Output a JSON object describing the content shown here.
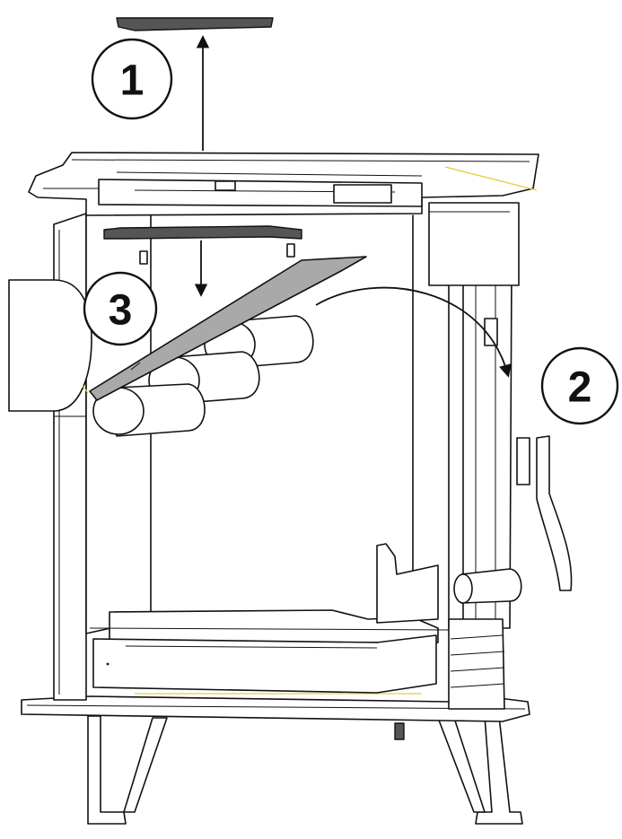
{
  "callouts": [
    {
      "id": "1",
      "label": "1"
    },
    {
      "id": "2",
      "label": "2"
    },
    {
      "id": "3",
      "label": "3"
    }
  ],
  "colors": {
    "line": "#111111",
    "part_fill_grey": "#a9a9a9",
    "handle_dark": "#555555",
    "accent_yellow": "#e2cf3c",
    "background": "#ffffff"
  }
}
